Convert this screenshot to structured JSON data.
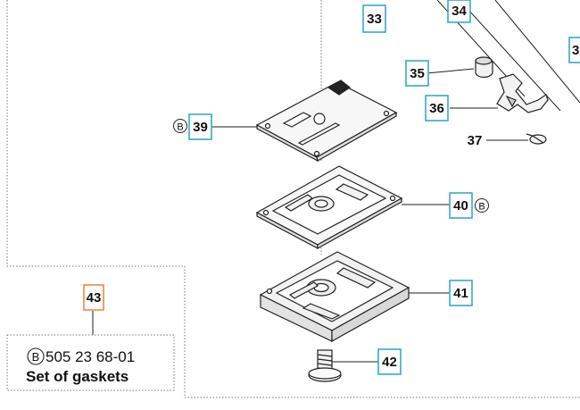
{
  "callouts": {
    "p33": "33",
    "p34": "34",
    "p35": "35",
    "p36": "36",
    "p37": "37",
    "p38": "3",
    "p39": "39",
    "p40": "40",
    "p41": "41",
    "p42": "42",
    "p43": "43"
  },
  "markers": {
    "b39": "B",
    "b40": "B",
    "kit": "B"
  },
  "kit": {
    "part_number": "505 23 68-01",
    "description": "Set of gaskets"
  },
  "colors": {
    "box_blue": "#29a3c7",
    "box_orange": "#e8833a",
    "line": "#222222",
    "part_fill": "#f2f2f2"
  }
}
